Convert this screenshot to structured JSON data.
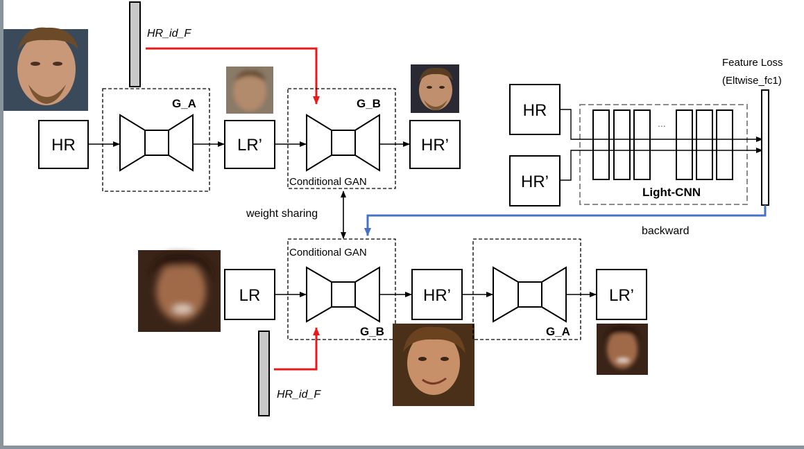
{
  "colors": {
    "condition_arrow": "#e8191a",
    "backward_arrow": "#4472c4",
    "light_cnn_border": "#8c8c8c",
    "feature_bar": "#c8c8c8",
    "frame": "#8a949c",
    "skin_light": "#c89878",
    "skin_dark": "#a06a48",
    "hair_dark": "#3a2414"
  },
  "top_branch": {
    "input_label": "HR",
    "generator_a_label": "G_A",
    "lr_output_label": "LR’",
    "generator_b_label": "G_B",
    "hr_output_label": "HR’",
    "gan_caption": "Conditional GAN",
    "condition_label": "HR_id_F",
    "input_face_icon": "face-photo-icon",
    "lr_face_icon": "blurred-face-icon",
    "hr_face_icon": "reconstructed-face-icon"
  },
  "shared": {
    "weight_sharing_label": "weight sharing",
    "backward_label": "backward"
  },
  "light_cnn": {
    "hr_label": "HR",
    "hr_prime_label": "HR’",
    "network_label": "Light-CNN",
    "ellipsis": "...",
    "feature_loss_title": "Feature Loss",
    "feature_loss_layer": "(Eltwise_fc1)"
  },
  "bottom_branch": {
    "input_label": "LR",
    "gan_caption": "Conditional GAN",
    "generator_b_label": "G_B",
    "hr_output_label": "HR’",
    "generator_a_label": "G_A",
    "lr_output_label": "LR’",
    "condition_label": "HR_id_F",
    "input_face_icon": "blurred-face-icon",
    "hr_face_icon": "reconstructed-face-icon",
    "lr_face_icon": "small-blurred-face-icon"
  }
}
